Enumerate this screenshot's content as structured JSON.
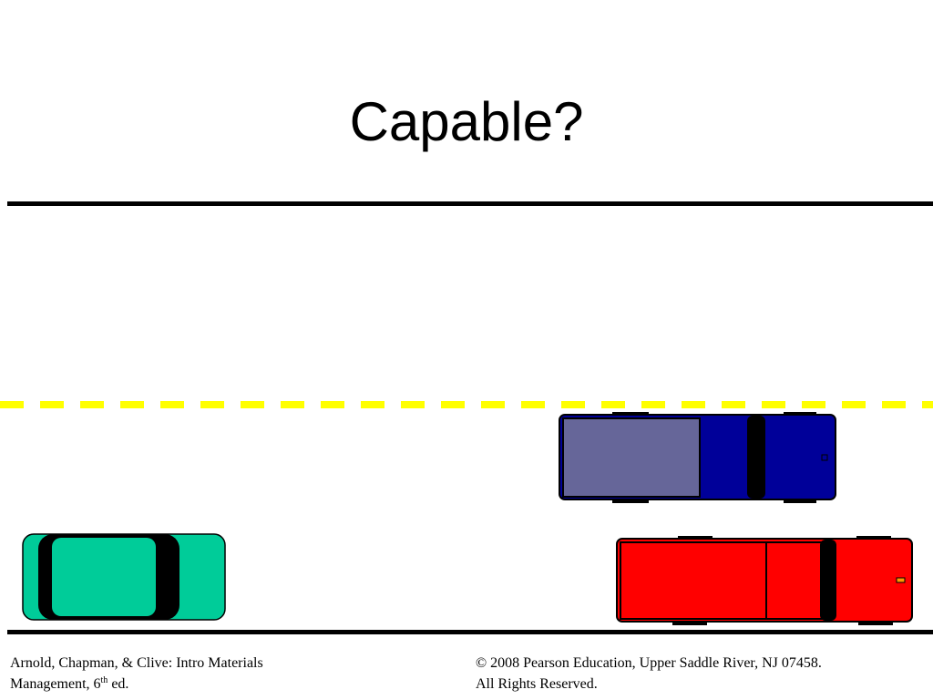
{
  "slide": {
    "title": "Capable?"
  },
  "colors": {
    "road_line": "#000000",
    "lane_divider": "#ffff00",
    "car_green": "#00cc99",
    "truck_blue_cab": "#000099",
    "truck_blue_bed": "#666699",
    "truck_red": "#ff0000",
    "indicator_orange": "#ff9900"
  },
  "footer": {
    "left_line1": "Arnold, Chapman, & Clive: Intro Materials",
    "left_line2_pre": "Management, 6",
    "left_line2_sup": "th",
    "left_line2_post": " ed.",
    "right_line1": "© 2008 Pearson Education, Upper Saddle River, NJ 07458.",
    "right_line2": "All Rights Reserved."
  }
}
